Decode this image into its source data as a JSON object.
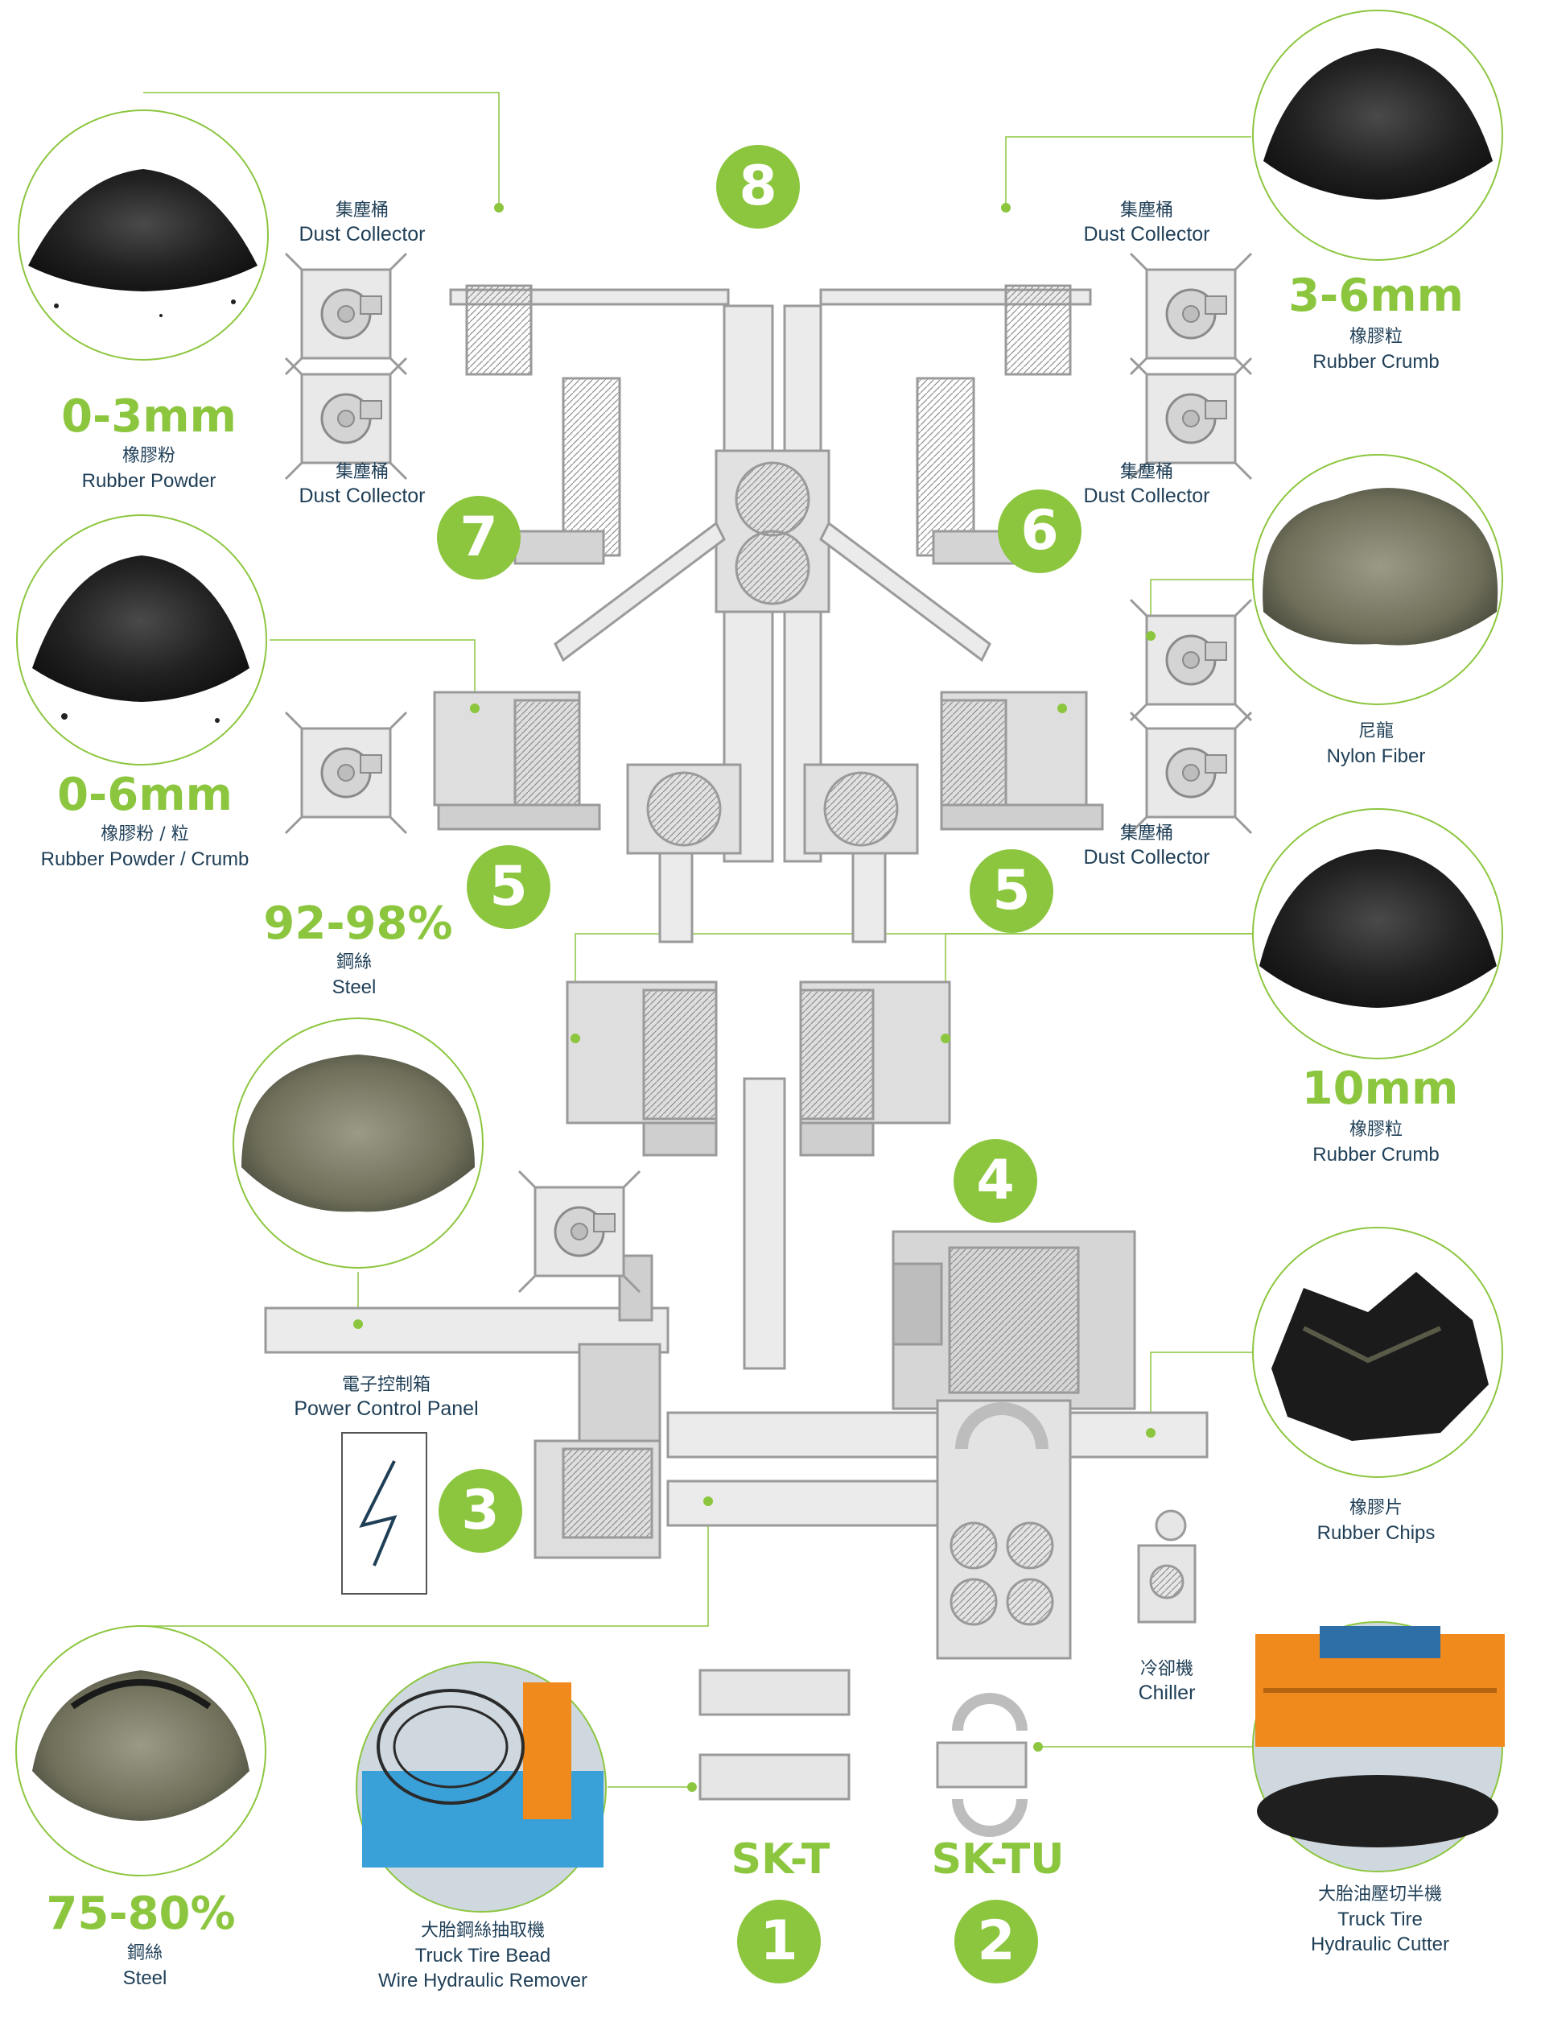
{
  "steps": [
    "8",
    "7",
    "6",
    "5",
    "5",
    "4",
    "3",
    "1",
    "2"
  ],
  "models": {
    "skt": "SK-T",
    "sktu": "SK-TU"
  },
  "dust_collector": {
    "zh": "集塵桶",
    "en": "Dust Collector"
  },
  "power_panel": {
    "zh": "電子控制箱",
    "en": "Power Control Panel"
  },
  "chiller": {
    "zh": "冷卻機",
    "en": "Chiller"
  },
  "products": {
    "p03": {
      "size": "0-3mm",
      "zh": "橡膠粉",
      "en": "Rubber Powder"
    },
    "p36": {
      "size": "3-6mm",
      "zh": "橡膠粒",
      "en": "Rubber Crumb"
    },
    "p06": {
      "size": "0-6mm",
      "zh": "橡膠粉 / 粒",
      "en": "Rubber Powder / Crumb"
    },
    "nylon": {
      "zh": "尼龍",
      "en": "Nylon Fiber"
    },
    "steel9298": {
      "size": "92-98%",
      "zh": "鋼絲",
      "en": "Steel"
    },
    "p10": {
      "size": "10mm",
      "zh": "橡膠粒",
      "en": "Rubber Crumb"
    },
    "chips": {
      "zh": "橡膠片",
      "en": "Rubber Chips"
    },
    "steel7580": {
      "size": "75-80%",
      "zh": "鋼絲",
      "en": "Steel"
    },
    "bead": {
      "zh": "大胎鋼絲抽取機",
      "en1": "Truck Tire Bead",
      "en2": "Wire Hydraulic Remover"
    },
    "cutter": {
      "zh": "大胎油壓切半機",
      "en1": "Truck Tire",
      "en2": "Hydraulic Cutter"
    }
  },
  "colors": {
    "accent": "#8cc63f",
    "text": "#1f3f57",
    "machine": "#d9d9d9",
    "line": "#9a9a9a",
    "bolt": "#1f3f57"
  }
}
